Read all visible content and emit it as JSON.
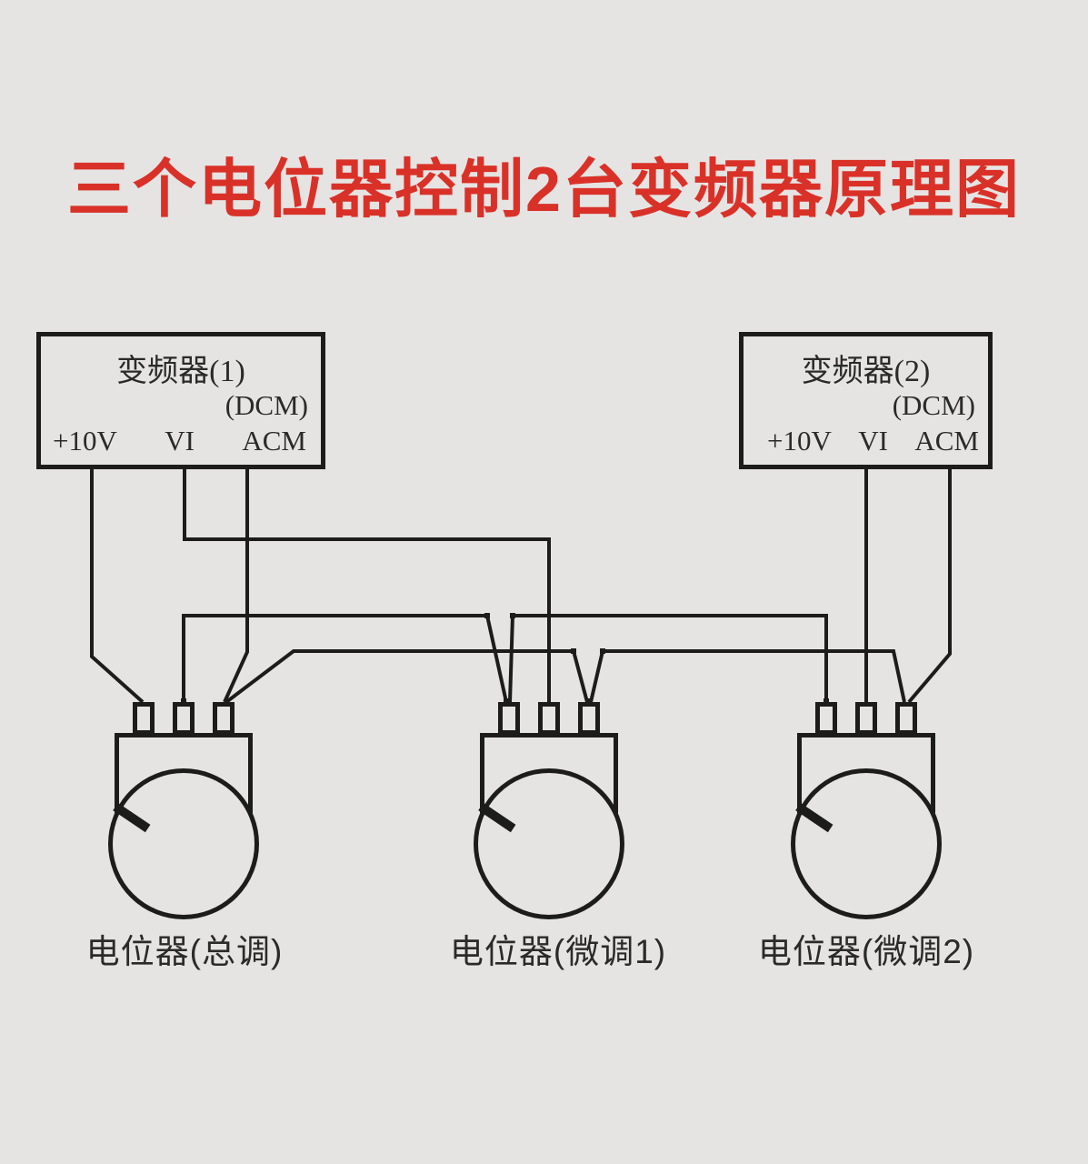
{
  "title": {
    "text": "三个电位器控制2台变频器原理图"
  },
  "colors": {
    "background": "#e5e4e3",
    "line": "#1c1c1b",
    "accent": "#d93128",
    "text": "#2a2a28"
  },
  "inverters": [
    {
      "name": "变频器(1)",
      "dcm_label": "(DCM)",
      "terminals": [
        "+10V",
        "VI",
        "ACM"
      ]
    },
    {
      "name": "变频器(2)",
      "dcm_label": "(DCM)",
      "terminals": [
        "+10V",
        "VI",
        "ACM"
      ]
    }
  ],
  "potentiometers": [
    {
      "label": "电位器(总调)"
    },
    {
      "label": "电位器(微调1)"
    },
    {
      "label": "电位器(微调2)"
    }
  ]
}
